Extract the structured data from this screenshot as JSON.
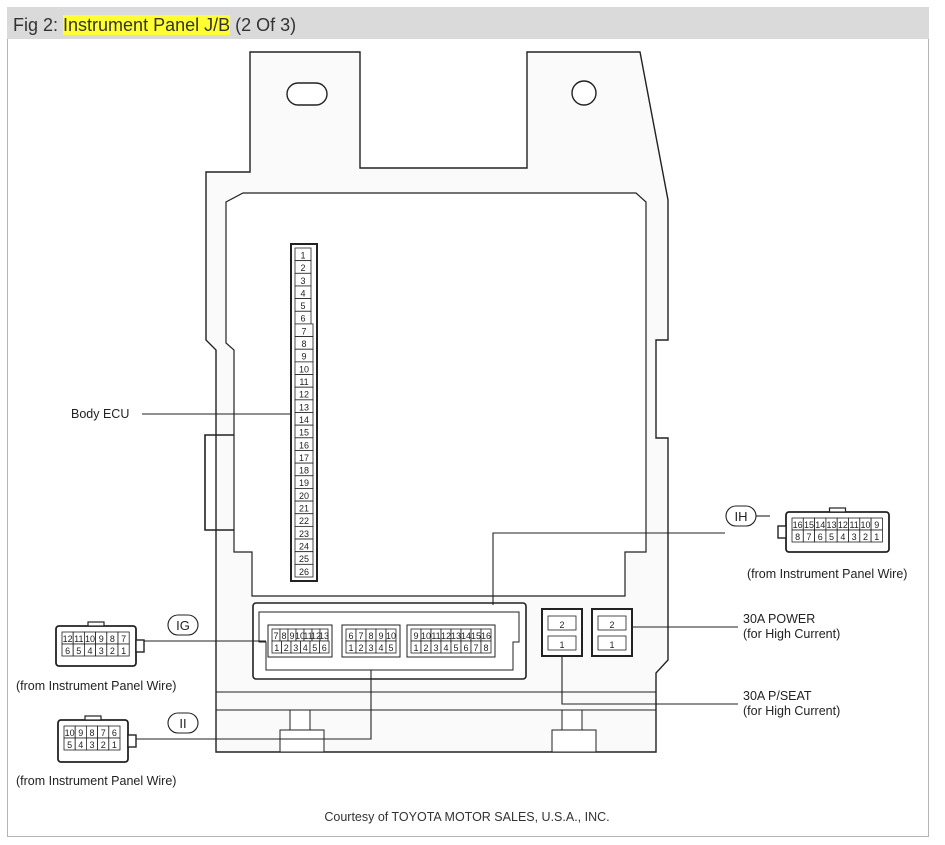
{
  "header": {
    "prefix": "Fig 2: ",
    "title_highlight": "Instrument Panel J/B",
    "suffix": " (2 Of 3)",
    "highlight_color": "#ffff33"
  },
  "diagram": {
    "body_ecu_label": "Body ECU",
    "body_ecu_pins": [
      "1",
      "2",
      "3",
      "4",
      "5",
      "6",
      "7",
      "8",
      "9",
      "10",
      "11",
      "12",
      "13",
      "14",
      "15",
      "16",
      "17",
      "18",
      "19",
      "20",
      "21",
      "22",
      "23",
      "24",
      "25",
      "26"
    ],
    "connectors": {
      "ih": {
        "tag": "IH",
        "top_row": [
          "16",
          "15",
          "14",
          "13",
          "12",
          "11",
          "10",
          "9"
        ],
        "bottom_row": [
          "8",
          "7",
          "6",
          "5",
          "4",
          "3",
          "2",
          "1"
        ],
        "source": "(from Instrument Panel Wire)"
      },
      "ig": {
        "tag": "IG",
        "top_row": [
          "12",
          "11",
          "10",
          "9",
          "8",
          "7"
        ],
        "bottom_row": [
          "6",
          "5",
          "4",
          "3",
          "2",
          "1"
        ],
        "source": "(from Instrument Panel Wire)"
      },
      "ii": {
        "tag": "II",
        "top_row": [
          "10",
          "9",
          "8",
          "7",
          "6"
        ],
        "bottom_row": [
          "5",
          "4",
          "3",
          "2",
          "1"
        ],
        "source": "(from Instrument Panel Wire)"
      }
    },
    "jb_sockets": {
      "ig_top": [
        "7",
        "8",
        "9",
        "10",
        "11",
        "12",
        "13"
      ],
      "ig_bottom": [
        "1",
        "2",
        "3",
        "4",
        "5",
        "6"
      ],
      "ii_top": [
        "6",
        "7",
        "8",
        "9",
        "10"
      ],
      "ii_bottom": [
        "1",
        "2",
        "3",
        "4",
        "5"
      ],
      "ih_top": [
        "9",
        "10",
        "11",
        "12",
        "13",
        "14",
        "15",
        "16"
      ],
      "ih_bottom": [
        "1",
        "2",
        "3",
        "4",
        "5",
        "6",
        "7",
        "8"
      ]
    },
    "fuse_30a_power": {
      "pins": [
        "2",
        "1"
      ],
      "label_line1": "30A POWER",
      "label_line2": "(for High Current)"
    },
    "fuse_30a_pseat": {
      "pins": [
        "2",
        "1"
      ],
      "label_line1": "30A P/SEAT",
      "label_line2": "(for High Current)"
    },
    "credit": "Courtesy of TOYOTA MOTOR SALES, U.S.A., INC."
  }
}
